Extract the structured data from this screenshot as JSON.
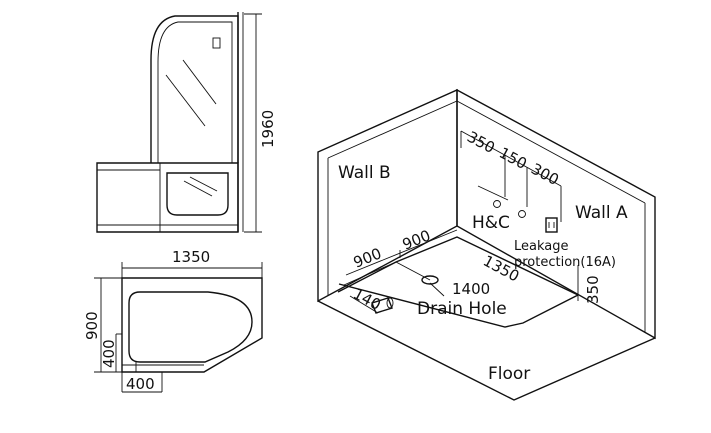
{
  "side_view": {
    "height_dim": "1960"
  },
  "top_view": {
    "width_dim": "1350",
    "depth_dim": "900",
    "front_dim": "400",
    "side_dim": "400"
  },
  "room_view": {
    "wall_b": "Wall B",
    "wall_a": "Wall A",
    "floor": "Floor",
    "spacing_1": "350",
    "spacing_2": "150",
    "spacing_3": "300",
    "hc_label": "H&C",
    "leakage_line1": "Leakage",
    "leakage_line2": "protection(16A)",
    "dim_900_left": "900",
    "dim_900_right": "900",
    "dim_1400": "1400",
    "dim_1350": "1350",
    "dim_350": "350",
    "dim_140": "140",
    "drain_hole": "Drain Hole"
  }
}
